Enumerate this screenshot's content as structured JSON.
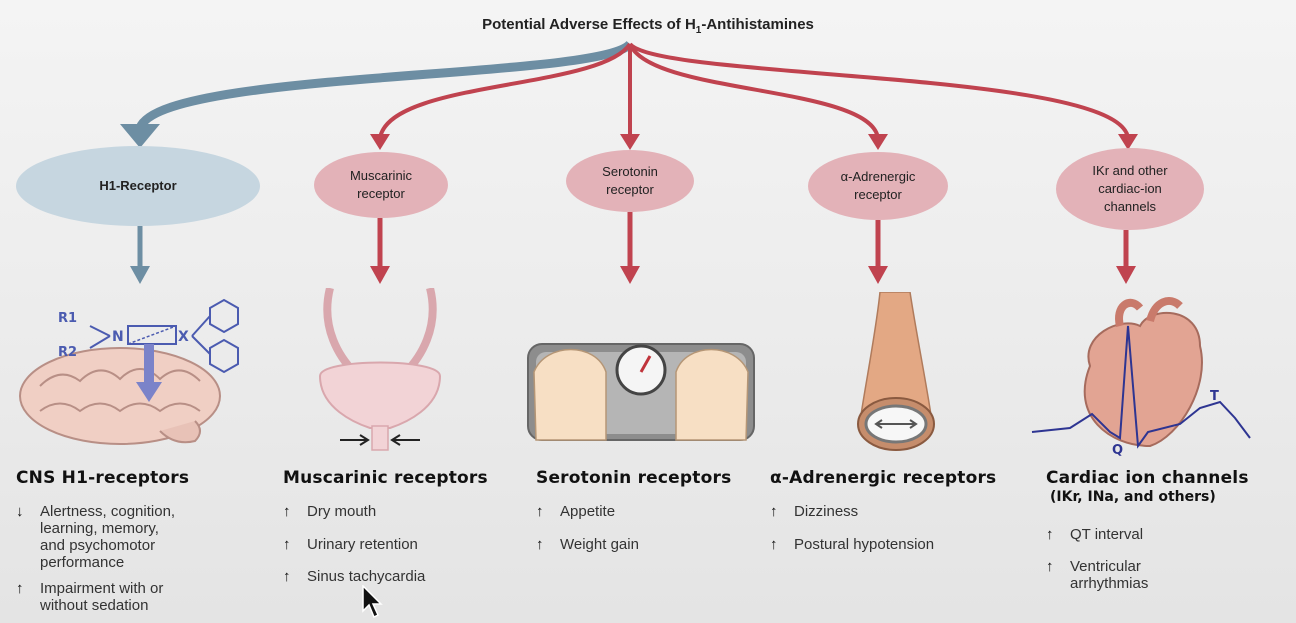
{
  "title": {
    "main": "Potential Adverse Effects of H",
    "sub": "1",
    "tail": "-Antihistamines"
  },
  "colors": {
    "blue_arrow": "#6d8ea3",
    "red_arrow": "#c0434f",
    "blue_oval": "#c6d6e0",
    "red_oval": "#e3b2b8"
  },
  "receptors": [
    {
      "label": "H1-Receptor"
    },
    {
      "label": "Muscarinic\nreceptor"
    },
    {
      "label": "Serotonin\nreceptor"
    },
    {
      "label": "α-Adrenergic\nreceptor"
    },
    {
      "label": "IKr and other\ncardiac-ion\nchannels"
    }
  ],
  "illustrations": [
    {
      "icon": "brain-molecule-icon",
      "labels": {
        "r1": "R1",
        "r2": "R2",
        "n": "N",
        "x": "X"
      }
    },
    {
      "icon": "bladder-icon"
    },
    {
      "icon": "bathroom-scale-icon"
    },
    {
      "icon": "blood-vessel-icon"
    },
    {
      "icon": "heart-ecg-icon",
      "labels": {
        "q": "Q",
        "t": "T"
      }
    }
  ],
  "columns": [
    {
      "heading": "CNS H1-receptors",
      "effects": [
        {
          "dir": "down",
          "text": "Alertness, cognition,\nlearning, memory,\nand psychomotor\nperformance"
        },
        {
          "dir": "up",
          "text": "Impairment with or\nwithout sedation"
        }
      ]
    },
    {
      "heading": "Muscarinic receptors",
      "effects": [
        {
          "dir": "up",
          "text": "Dry mouth"
        },
        {
          "dir": "up",
          "text": "Urinary retention"
        },
        {
          "dir": "up",
          "text": "Sinus tachycardia"
        }
      ]
    },
    {
      "heading": "Serotonin receptors",
      "effects": [
        {
          "dir": "up",
          "text": "Appetite"
        },
        {
          "dir": "up",
          "text": "Weight gain"
        }
      ]
    },
    {
      "heading": "α-Adrenergic receptors",
      "effects": [
        {
          "dir": "up",
          "text": "Dizziness"
        },
        {
          "dir": "up",
          "text": "Postural hypotension"
        }
      ]
    },
    {
      "heading": "Cardiac ion channels",
      "subheading": "(IKr, INa, and others)",
      "effects": [
        {
          "dir": "up",
          "text": "QT interval"
        },
        {
          "dir": "up",
          "text": "Ventricular\narrhythmias"
        }
      ]
    }
  ],
  "glyphs": {
    "up": "🡅",
    "down": "🡇"
  }
}
